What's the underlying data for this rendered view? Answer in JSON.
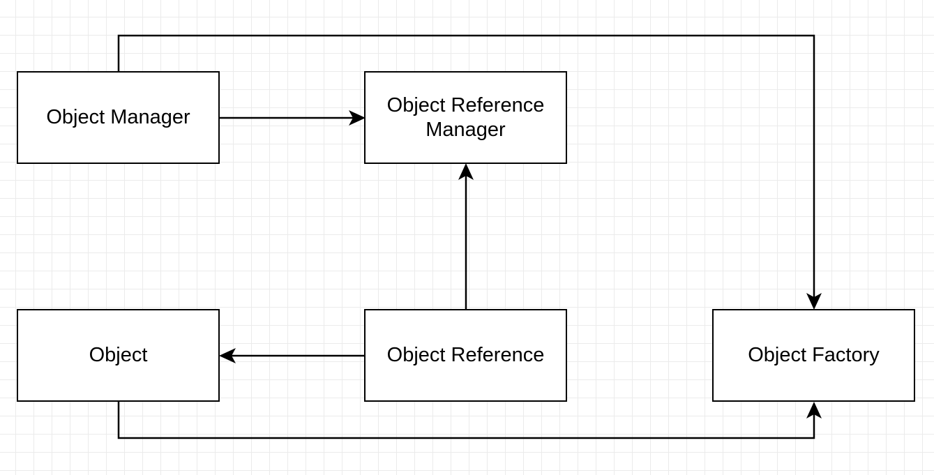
{
  "diagram": {
    "grid": true,
    "stroke_color": "#000000",
    "background_color": "#ffffff",
    "grid_color": "#ebebeb",
    "nodes": {
      "object_manager": {
        "label": "Object Manager"
      },
      "object_reference_manager": {
        "label": "Object Reference\nManager"
      },
      "object": {
        "label": "Object"
      },
      "object_reference": {
        "label": "Object Reference"
      },
      "object_factory": {
        "label": "Object Factory"
      }
    },
    "edges": [
      {
        "from": "Object Manager",
        "to": "Object Reference Manager"
      },
      {
        "from": "Object Manager",
        "to": "Object Factory"
      },
      {
        "from": "Object Reference",
        "to": "Object Reference Manager"
      },
      {
        "from": "Object Reference",
        "to": "Object"
      },
      {
        "from": "Object",
        "to": "Object Factory"
      }
    ]
  }
}
